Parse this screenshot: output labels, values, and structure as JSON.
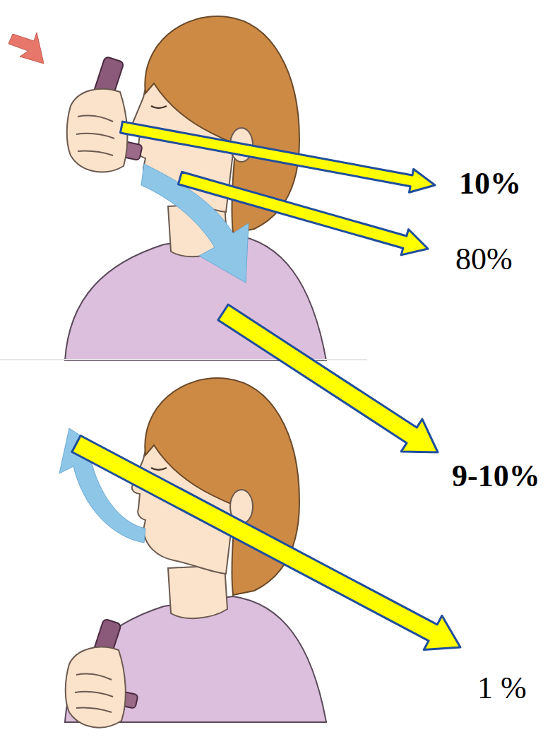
{
  "diagram": {
    "labels": [
      "10%",
      "80%",
      "9-10%",
      "1 %"
    ]
  }
}
